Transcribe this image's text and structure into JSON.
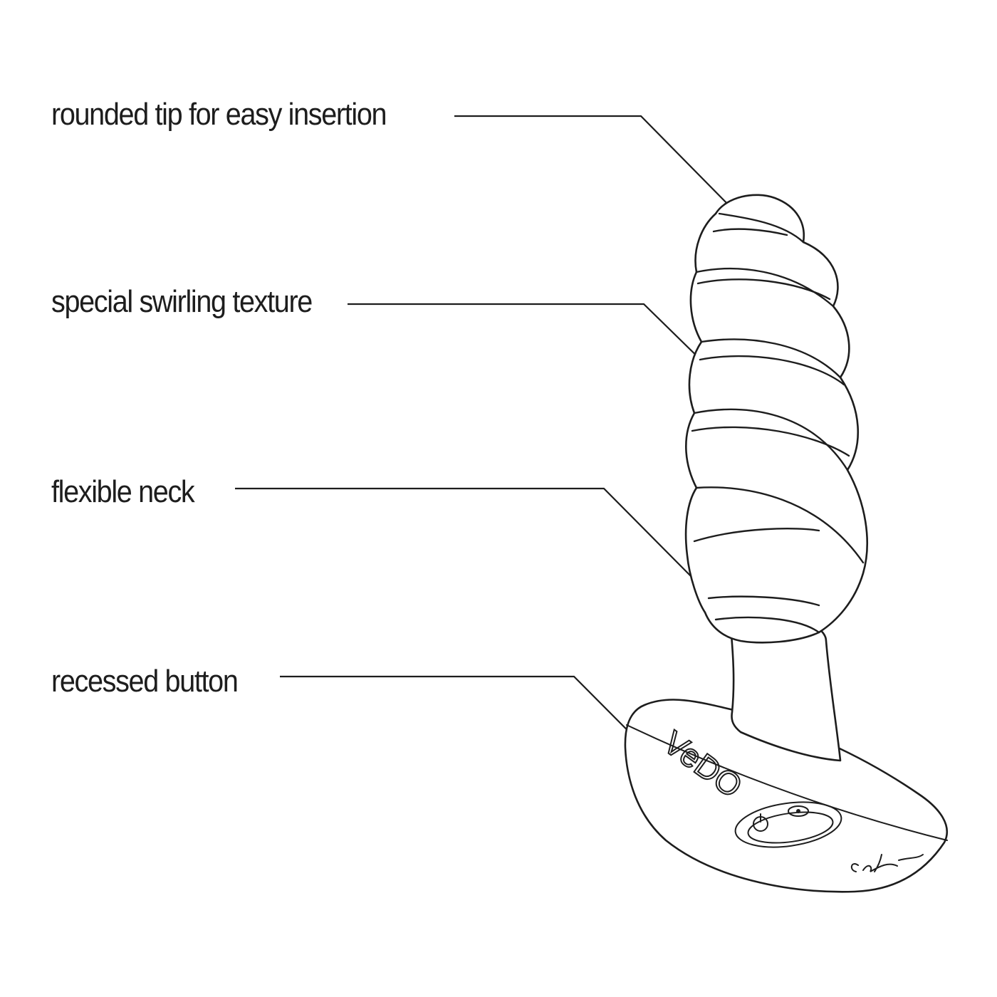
{
  "callouts": [
    {
      "id": "tip",
      "label": "rounded tip for easy insertion"
    },
    {
      "id": "texture",
      "label": "special swirling texture"
    },
    {
      "id": "neck",
      "label": "flexible neck"
    },
    {
      "id": "button",
      "label": "recessed button"
    }
  ],
  "product": {
    "brand_mark": "VeDO",
    "button_icon": "power-icon",
    "signature_mark": "signature-logo"
  },
  "colors": {
    "line": "#1d1d1d",
    "background": "#ffffff"
  }
}
